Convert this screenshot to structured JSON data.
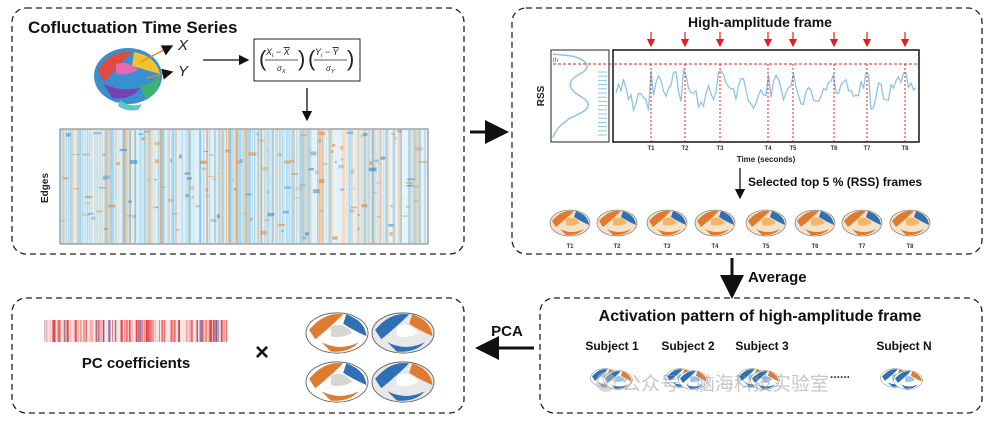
{
  "panels": {
    "cofluctuation": {
      "title": "Cofluctuation Time Series",
      "var_x": "X",
      "var_y": "Y",
      "formula_x_num": "X",
      "formula_x_sub": "i",
      "formula_x_bar": "X",
      "formula_x_den": "σ",
      "formula_x_den_sub": "X",
      "formula_y_num": "Y",
      "formula_y_sub": "i",
      "formula_y_bar": "Y",
      "formula_y_den": "σ",
      "formula_y_den_sub": "Y",
      "heatmap_ylabel": "Edges"
    },
    "high_amplitude": {
      "title": "High-amplitude frame",
      "rss_label": "RSS",
      "xaxis_label": "Time (seconds)",
      "selection_note": "Selected top 5 % (RSS) frames",
      "frame_ticks": [
        "T1",
        "T2",
        "T3",
        "T4",
        "T5",
        "T6",
        "T7",
        "T8"
      ]
    },
    "activation": {
      "title": "Activation pattern of high-amplitude frame",
      "subjects": [
        "Subject 1",
        "Subject 2",
        "Subject 3",
        "Subject N"
      ],
      "ellipsis": "......"
    },
    "pca": {
      "coeff_label": "PC coefficients",
      "times_symbol": "×"
    }
  },
  "arrows": {
    "average_label": "Average",
    "pca_label": "PCA"
  },
  "watermark": "公众号 · 脑海科技实验室",
  "colors": {
    "signal": "#8ec3e6",
    "threshold": "#e02020",
    "brain_orange": "#e07a2e",
    "brain_blue": "#2f6fb5"
  }
}
